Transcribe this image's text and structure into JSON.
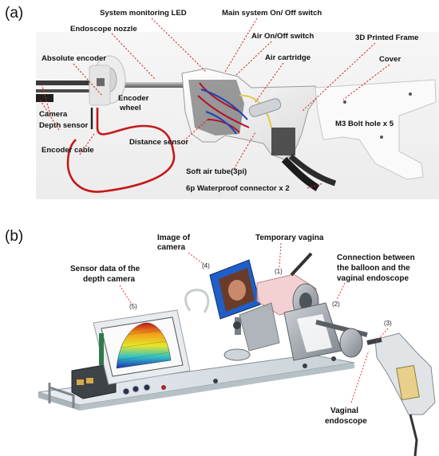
{
  "panel_a": {
    "label": "(a)",
    "callouts": {
      "led": "System monitoring LED",
      "main_switch": "Main system On/ Off switch",
      "nozzle": "Endoscope nozzle",
      "air_switch": "Air On/Off switch",
      "frame": "3D Printed Frame",
      "abs_encoder": "Absolute encoder",
      "cartridge": "Air cartridge",
      "cover": "Cover",
      "encoder_wheel_1": "Encoder",
      "encoder_wheel_2": "wheel",
      "camera": "Camera",
      "depth": "Depth sensor",
      "bolt": "M3 Bolt hole x 5",
      "distance": "Distance sensor",
      "cable": "Encoder cable",
      "air_tube": "Soft air tube(3pi)",
      "connector": "6p Waterproof connector x 2"
    }
  },
  "panel_b": {
    "label": "(b)",
    "callouts": {
      "image_1": "Image of",
      "image_2": "camera",
      "temp_vagina": "Temporary vagina",
      "conn_1": "Connection between",
      "conn_2": "the balloon and the",
      "conn_3": "vaginal endoscope",
      "sensor_1": "Sensor data of the",
      "sensor_2": "depth camera",
      "vag_1": "Vaginal",
      "vag_2": "endoscope"
    },
    "numbers": {
      "n1": "(1)",
      "n2": "(2)",
      "n3": "(3)",
      "n4": "(4)",
      "n5": "(5)"
    }
  }
}
